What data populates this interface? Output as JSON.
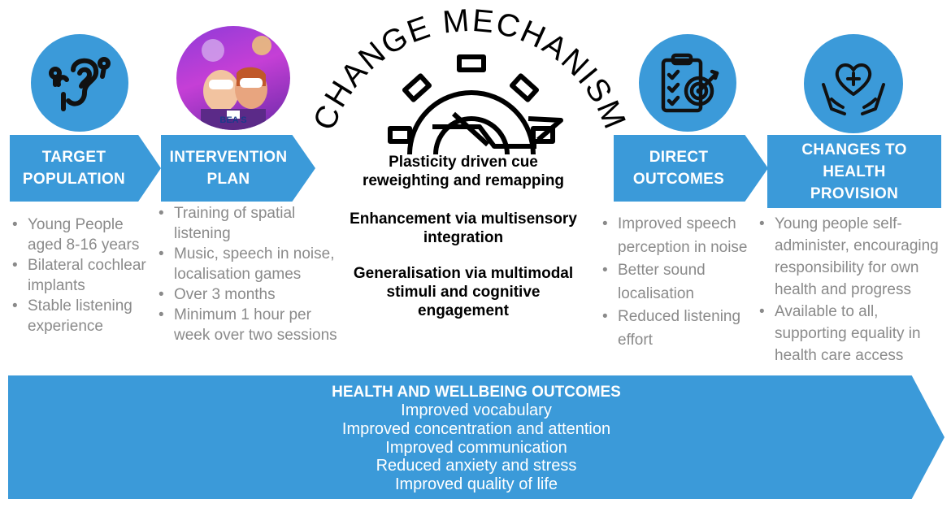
{
  "colors": {
    "accent": "#3b9ad9",
    "list_text": "#8a8a8a",
    "text_dark": "#000000",
    "white": "#ffffff"
  },
  "icons": {
    "target_population": "ear-icon",
    "intervention_plan": "vr-children-photo",
    "change_mechanism": "gear-arrow-icon",
    "direct_outcomes": "clipboard-target-icon",
    "changes_to_health": "heart-hands-icon"
  },
  "photo_logo_text": "BEA S",
  "change_mechanism": {
    "title": "CHANGE MECHANISM",
    "items": [
      [
        "Plasticity driven cue",
        "reweighting and remapping"
      ],
      [
        "Enhancement via multisensory",
        "integration"
      ],
      [
        "Generalisation via multimodal",
        "stimuli and cognitive",
        "engagement"
      ]
    ]
  },
  "columns": {
    "target_population": {
      "title": [
        "TARGET",
        "POPULATION"
      ],
      "bullets": [
        [
          "Young People",
          "aged 8-16 years"
        ],
        [
          "Bilateral cochlear",
          "implants"
        ],
        [
          "Stable listening",
          "experience"
        ]
      ]
    },
    "intervention_plan": {
      "title": [
        "INTERVENTION",
        "PLAN"
      ],
      "bullets": [
        [
          "Training of spatial",
          "listening"
        ],
        [
          "Music, speech in noise,",
          "localisation games"
        ],
        [
          "Over 3 months"
        ],
        [
          "Minimum 1 hour per",
          "week over two sessions"
        ]
      ]
    },
    "direct_outcomes": {
      "title": [
        "DIRECT",
        "OUTCOMES"
      ],
      "bullets": [
        [
          "Improved speech",
          "perception in noise"
        ],
        [
          "Better sound",
          "localisation"
        ],
        [
          "Reduced listening",
          "effort"
        ]
      ]
    },
    "changes_to_health": {
      "title": [
        "CHANGES TO",
        "HEALTH",
        "PROVISION"
      ],
      "bullets": [
        [
          "Young people self-",
          "administer, encouraging",
          "responsibility for own",
          "health and progress"
        ],
        [
          "Available to all,",
          "supporting equality in",
          "health care access"
        ]
      ]
    }
  },
  "health_outcomes": {
    "title": "HEALTH AND WELLBEING OUTCOMES",
    "items": [
      "Improved vocabulary",
      "Improved concentration and attention",
      "Improved communication",
      "Reduced anxiety and stress",
      "Improved quality of life"
    ]
  }
}
